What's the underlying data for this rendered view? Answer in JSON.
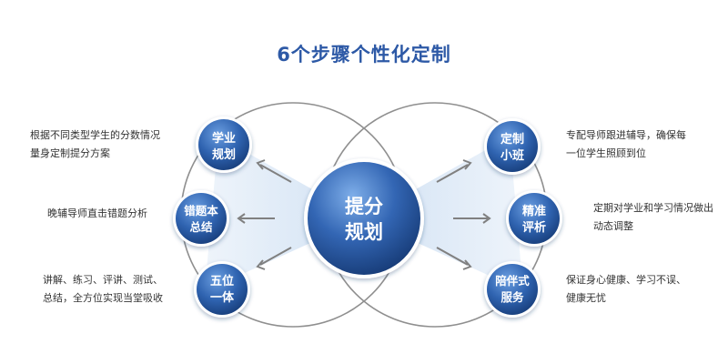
{
  "title": "6个步骤个性化定制",
  "center": {
    "line1": "提分",
    "line2": "规划"
  },
  "left_nodes": [
    {
      "line1": "学业",
      "line2": "规划",
      "desc": [
        "根据不同类型学生的分数情况",
        "量身定制提分方案"
      ]
    },
    {
      "line1": "错题本",
      "line2": "总结",
      "desc": [
        "晚辅导师直击错题分析"
      ]
    },
    {
      "line1": "五位",
      "line2": "一体",
      "desc": [
        "讲解、练习、评讲、测试、",
        "总结，全方位实现当堂吸收"
      ]
    }
  ],
  "right_nodes": [
    {
      "line1": "定制",
      "line2": "小班",
      "desc": [
        "专配导师跟进辅导，确保每",
        "一位学生照顾到位"
      ]
    },
    {
      "line1": "精准",
      "line2": "评析",
      "desc": [
        "定期对学业和学习情况做出",
        "动态调整"
      ]
    },
    {
      "line1": "陪伴式",
      "line2": "服务",
      "desc": [
        "保证身心健康、学习不误、",
        "健康无忧"
      ]
    }
  ],
  "colors": {
    "title": "#2d59a6",
    "node_dark": "#1f4a8f",
    "node_light": "#4f86d0",
    "ring": "#8f8f8f",
    "beam": "#cfe0f3",
    "arrow": "#808080"
  }
}
